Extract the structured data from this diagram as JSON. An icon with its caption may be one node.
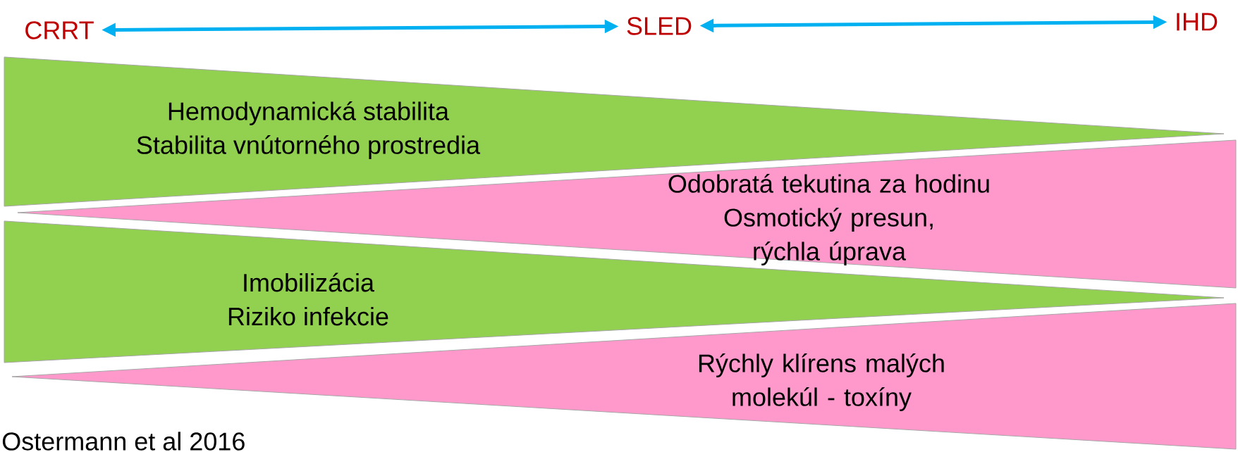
{
  "diagram": {
    "nodes": [
      {
        "text": [
          "CRRT"
        ]
      },
      {
        "text": [
          "SLED"
        ]
      },
      {
        "text": [
          "IHD"
        ]
      },
      {
        "text": [
          "Hemodynamická stabilita",
          "Stabilita vnútorného prostredia"
        ]
      },
      {
        "text": [
          "Odobratá tekutina za hodinu",
          "Osmotický presun, rýchla úprava"
        ]
      },
      {
        "text": [
          "Imobilizácia",
          "Riziko infekcie"
        ]
      },
      {
        "text": [
          "Rýchly klírens malých molekúl - toxíny"
        ]
      }
    ],
    "edges": [
      {
        "from": 0,
        "to": 1,
        "arrow": "both"
      },
      {
        "from": 1,
        "to": 2,
        "arrow": "both"
      }
    ],
    "labels": [
      "Ostermann et al 2016"
    ]
  }
}
